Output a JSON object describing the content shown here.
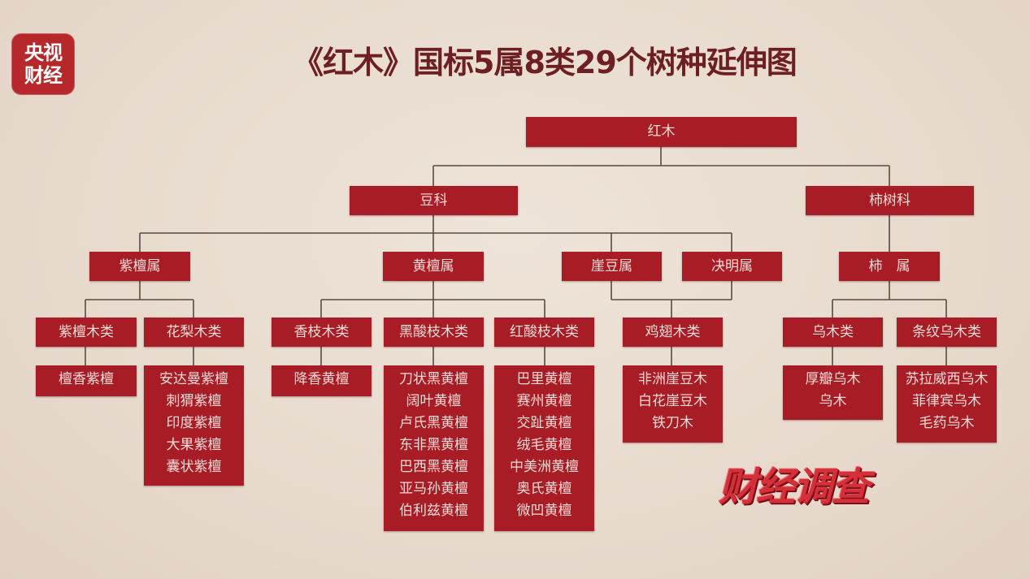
{
  "logo": {
    "line1": "央视",
    "line2": "财经"
  },
  "title": "《红木》国标5属8类29个树种延伸图",
  "watermark": "财经调查",
  "colors": {
    "box": "#a81c25",
    "box_text": "#f3dcd8",
    "title": "#6e1f24",
    "background": "#e9dcd0",
    "line": "#5a4a42"
  },
  "tree": {
    "root": "红木",
    "families": [
      {
        "name": "豆科"
      },
      {
        "name": "柿树科"
      }
    ],
    "genera": [
      {
        "name": "紫檀属"
      },
      {
        "name": "黄檀属"
      },
      {
        "name": "崖豆属"
      },
      {
        "name": "决明属"
      },
      {
        "name": "柿　属"
      }
    ],
    "classes": [
      {
        "name": "紫檀木类",
        "species": [
          "檀香紫檀"
        ]
      },
      {
        "name": "花梨木类",
        "species": [
          "安达曼紫檀",
          "刺猬紫檀",
          "印度紫檀",
          "大果紫檀",
          "囊状紫檀"
        ]
      },
      {
        "name": "香枝木类",
        "species": [
          "降香黄檀"
        ]
      },
      {
        "name": "黑酸枝木类",
        "species": [
          "刀状黑黄檀",
          "阔叶黄檀",
          "卢氏黑黄檀",
          "东非黑黄檀",
          "巴西黑黄檀",
          "亚马孙黄檀",
          "伯利兹黄檀"
        ]
      },
      {
        "name": "红酸枝木类",
        "species": [
          "巴里黄檀",
          "赛州黄檀",
          "交趾黄檀",
          "绒毛黄檀",
          "中美洲黄檀",
          "奥氏黄檀",
          "微凹黄檀"
        ]
      },
      {
        "name": "鸡翅木类",
        "species": [
          "非洲崖豆木",
          "白花崖豆木",
          "铁刀木"
        ]
      },
      {
        "name": "乌木类",
        "species": [
          "厚瓣乌木",
          "乌木"
        ]
      },
      {
        "name": "条纹乌木类",
        "species": [
          "苏拉威西乌木",
          "菲律宾乌木",
          "毛药乌木"
        ]
      }
    ]
  }
}
